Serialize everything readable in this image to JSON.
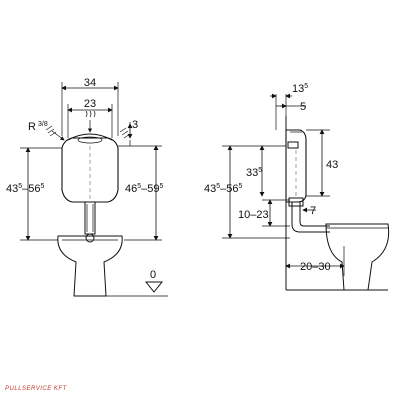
{
  "left_view": {
    "dim_width": "34",
    "dim_button": "23",
    "dim_radius_main": "R",
    "dim_radius_sup": "3/8",
    "dim_inlet": "3",
    "dim_height_left_main": "43",
    "dim_height_left_sup_a": "5",
    "dim_height_left_mid": "–56",
    "dim_height_left_sup_b": "5",
    "dim_height_right_main": "46",
    "dim_height_right_sup_a": "5",
    "dim_height_right_mid": "–59",
    "dim_height_right_sup_b": "5",
    "floor_label": "0"
  },
  "right_view": {
    "dim_top_main": "13",
    "dim_top_sup": "5",
    "dim_offset": "5",
    "dim_tank_height": "43",
    "dim_mid_main": "33",
    "dim_mid_sup": "5",
    "dim_height_main": "43",
    "dim_height_sup_a": "5",
    "dim_height_mid": "–56",
    "dim_height_sup_b": "5",
    "dim_pipe_range": "10–23",
    "dim_pipe_offset": "7",
    "dim_floor_range": "20–30"
  },
  "watermark": "PULLSERVICE KFT",
  "colors": {
    "line": "#111111",
    "watermark": "#c0392b",
    "background": "#ffffff"
  }
}
